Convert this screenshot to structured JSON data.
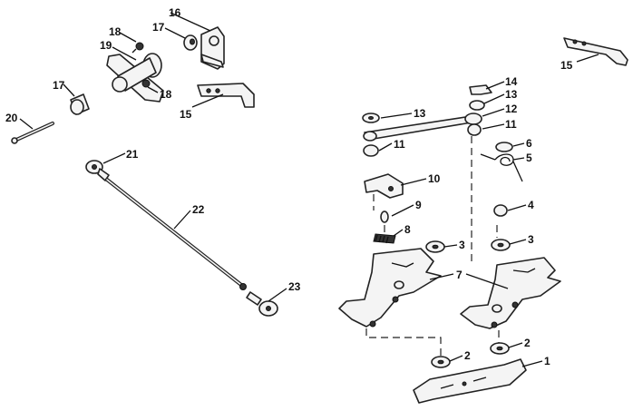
{
  "callouts": {
    "c1": "1",
    "c2a": "2",
    "c2b": "2",
    "c3a": "3",
    "c3b": "3",
    "c4": "4",
    "c5": "5",
    "c6": "6",
    "c7": "7",
    "c8": "8",
    "c9": "9",
    "c10": "10",
    "c11a": "11",
    "c11b": "11",
    "c12": "12",
    "c13a": "13",
    "c13b": "13",
    "c14": "14",
    "c15a": "15",
    "c15b": "15",
    "c16": "16",
    "c17a": "17",
    "c17b": "17",
    "c18a": "18",
    "c18b": "18",
    "c19": "19",
    "c20": "20",
    "c21": "21",
    "c22": "22",
    "c23": "23"
  }
}
